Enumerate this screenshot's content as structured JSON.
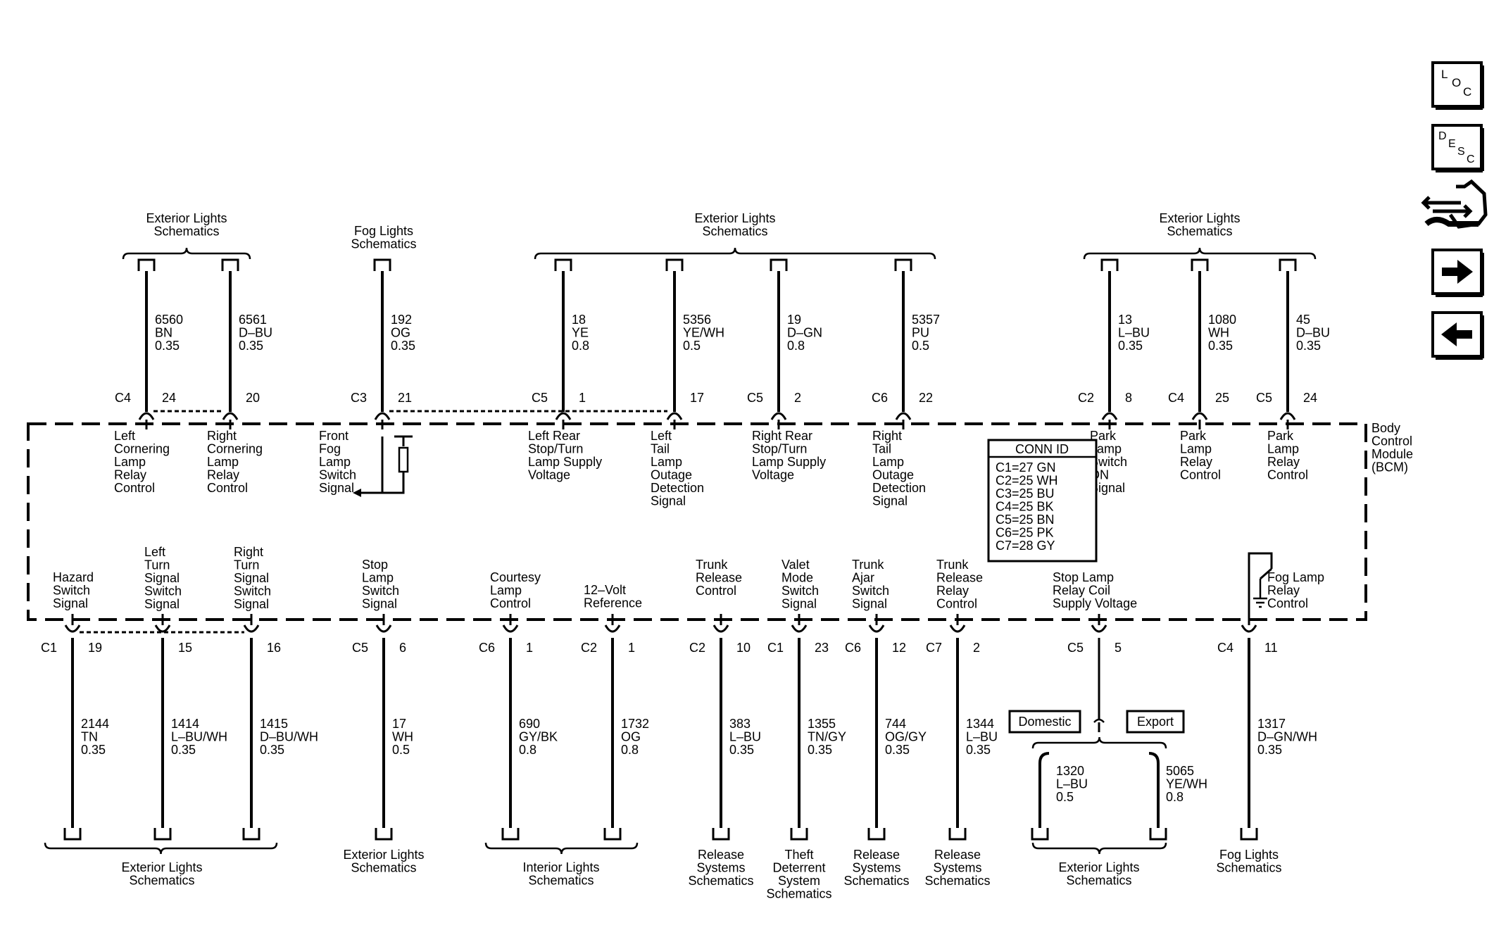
{
  "module": {
    "name": [
      "Body",
      "Control",
      "Module",
      "(BCM)"
    ]
  },
  "conn_id": {
    "title": "CONN ID",
    "rows": [
      "C1=27 GN",
      "C2=25 WH",
      "C3=25 BU",
      "C4=25 BK",
      "C5=25 BN",
      "C6=25 PK",
      "C7=28 GY"
    ]
  },
  "nav": {
    "loc": [
      "L",
      "O",
      "C"
    ],
    "desc": [
      "D",
      "E",
      "S",
      "C"
    ],
    "items": [
      "loc-button",
      "desc-button",
      "connector-icon-button",
      "next-button",
      "previous-button"
    ]
  },
  "top_groups": [
    {
      "label": [
        "Exterior Lights",
        "Schematics"
      ]
    },
    {
      "label": [
        "Fog Lights",
        "Schematics"
      ]
    },
    {
      "label": [
        "Exterior Lights",
        "Schematics"
      ]
    },
    {
      "label": [
        "Exterior Lights",
        "Schematics"
      ]
    }
  ],
  "top_circuits": [
    {
      "connector": "C4",
      "pin": "24",
      "circuit": [
        "6560",
        "BN",
        "0.35"
      ],
      "function": [
        "Left",
        "Cornering",
        "Lamp",
        "Relay",
        "Control"
      ]
    },
    {
      "connector": "",
      "pin": "20",
      "circuit": [
        "6561",
        "D–BU",
        "0.35"
      ],
      "function": [
        "Right",
        "Cornering",
        "Lamp",
        "Relay",
        "Control"
      ]
    },
    {
      "connector": "C3",
      "pin": "21",
      "circuit": [
        "192",
        "OG",
        "0.35"
      ],
      "function": [
        "Front",
        "Fog",
        "Lamp",
        "Switch",
        "Signal"
      ]
    },
    {
      "connector": "C5",
      "pin": "1",
      "circuit": [
        "18",
        "YE",
        "0.8"
      ],
      "function": [
        "Left Rear",
        "Stop/Turn",
        "Lamp Supply",
        "Voltage"
      ]
    },
    {
      "connector": "",
      "pin": "17",
      "circuit": [
        "5356",
        "YE/WH",
        "0.5"
      ],
      "function": [
        "Left",
        "Tail",
        "Lamp",
        "Outage",
        "Detection",
        "Signal"
      ]
    },
    {
      "connector": "C5",
      "pin": "2",
      "circuit": [
        "19",
        "D–GN",
        "0.8"
      ],
      "function": [
        "Right Rear",
        "Stop/Turn",
        "Lamp Supply",
        "Voltage"
      ]
    },
    {
      "connector": "C6",
      "pin": "22",
      "circuit": [
        "5357",
        "PU",
        "0.5"
      ],
      "function": [
        "Right",
        "Tail",
        "Lamp",
        "Outage",
        "Detection",
        "Signal"
      ]
    },
    {
      "connector": "C2",
      "pin": "8",
      "circuit": [
        "13",
        "L–BU",
        "0.35"
      ],
      "function": [
        "Park",
        "Lamp",
        "Switch",
        "ON",
        "Signal"
      ]
    },
    {
      "connector": "C4",
      "pin": "25",
      "circuit": [
        "1080",
        "WH",
        "0.35"
      ],
      "function": [
        "Park",
        "Lamp",
        "Relay",
        "Control"
      ]
    },
    {
      "connector": "C5",
      "pin": "24",
      "circuit": [
        "45",
        "D–BU",
        "0.35"
      ],
      "function": [
        "Park",
        "Lamp",
        "Relay",
        "Control"
      ]
    }
  ],
  "bottom_circuits": [
    {
      "connector": "C1",
      "pin": "19",
      "circuit": [
        "2144",
        "TN",
        "0.35"
      ],
      "function": [
        "Hazard",
        "Switch",
        "Signal"
      ]
    },
    {
      "connector": "",
      "pin": "15",
      "circuit": [
        "1414",
        "L–BU/WH",
        "0.35"
      ],
      "function": [
        "Left",
        "Turn",
        "Signal",
        "Switch",
        "Signal"
      ]
    },
    {
      "connector": "",
      "pin": "16",
      "circuit": [
        "1415",
        "D–BU/WH",
        "0.35"
      ],
      "function": [
        "Right",
        "Turn",
        "Signal",
        "Switch",
        "Signal"
      ]
    },
    {
      "connector": "C5",
      "pin": "6",
      "circuit": [
        "17",
        "WH",
        "0.5"
      ],
      "function": [
        "Stop",
        "Lamp",
        "Switch",
        "Signal"
      ]
    },
    {
      "connector": "C6",
      "pin": "1",
      "circuit": [
        "690",
        "GY/BK",
        "0.8"
      ],
      "function": [
        "Courtesy",
        "Lamp",
        "Control"
      ]
    },
    {
      "connector": "C2",
      "pin": "1",
      "circuit": [
        "1732",
        "OG",
        "0.8"
      ],
      "function": [
        "12–Volt",
        "Reference"
      ]
    },
    {
      "connector": "C2",
      "pin": "10",
      "circuit": [
        "383",
        "L–BU",
        "0.35"
      ],
      "function": [
        "Trunk",
        "Release",
        "Control"
      ]
    },
    {
      "connector": "C1",
      "pin": "23",
      "circuit": [
        "1355",
        "TN/GY",
        "0.35"
      ],
      "function": [
        "Valet",
        "Mode",
        "Switch",
        "Signal"
      ]
    },
    {
      "connector": "C6",
      "pin": "12",
      "circuit": [
        "744",
        "OG/GY",
        "0.35"
      ],
      "function": [
        "Trunk",
        "Ajar",
        "Switch",
        "Signal"
      ]
    },
    {
      "connector": "C7",
      "pin": "2",
      "circuit": [
        "1344",
        "L–BU",
        "0.35"
      ],
      "function": [
        "Trunk",
        "Release",
        "Relay",
        "Control"
      ]
    },
    {
      "connector": "C5",
      "pin": "5",
      "circuit": [],
      "function": [
        "Stop Lamp",
        "Relay Coil",
        "Supply Voltage"
      ]
    },
    {
      "connector": "C4",
      "pin": "11",
      "circuit": [
        "1317",
        "D–GN/WH",
        "0.35"
      ],
      "function": [
        "Fog Lamp",
        "Relay",
        "Control"
      ]
    }
  ],
  "option_split": {
    "left_option": "Domestic",
    "right_option": "Export",
    "left_circuit": [
      "1320",
      "L–BU",
      "0.5"
    ],
    "right_circuit": [
      "5065",
      "YE/WH",
      "0.8"
    ]
  },
  "bottom_groups": [
    {
      "label": [
        "Exterior Lights",
        "Schematics"
      ]
    },
    {
      "label": [
        "Exterior Lights",
        "Schematics"
      ]
    },
    {
      "label": [
        "Interior Lights",
        "Schematics"
      ]
    },
    {
      "label": [
        "Release",
        "Systems",
        "Schematics"
      ]
    },
    {
      "label": [
        "Theft",
        "Deterrent",
        "System",
        "Schematics"
      ]
    },
    {
      "label": [
        "Release",
        "Systems",
        "Schematics"
      ]
    },
    {
      "label": [
        "Release",
        "Systems",
        "Schematics"
      ]
    },
    {
      "label": [
        "Exterior Lights",
        "Schematics"
      ]
    },
    {
      "label": [
        "Fog Lights",
        "Schematics"
      ]
    }
  ]
}
